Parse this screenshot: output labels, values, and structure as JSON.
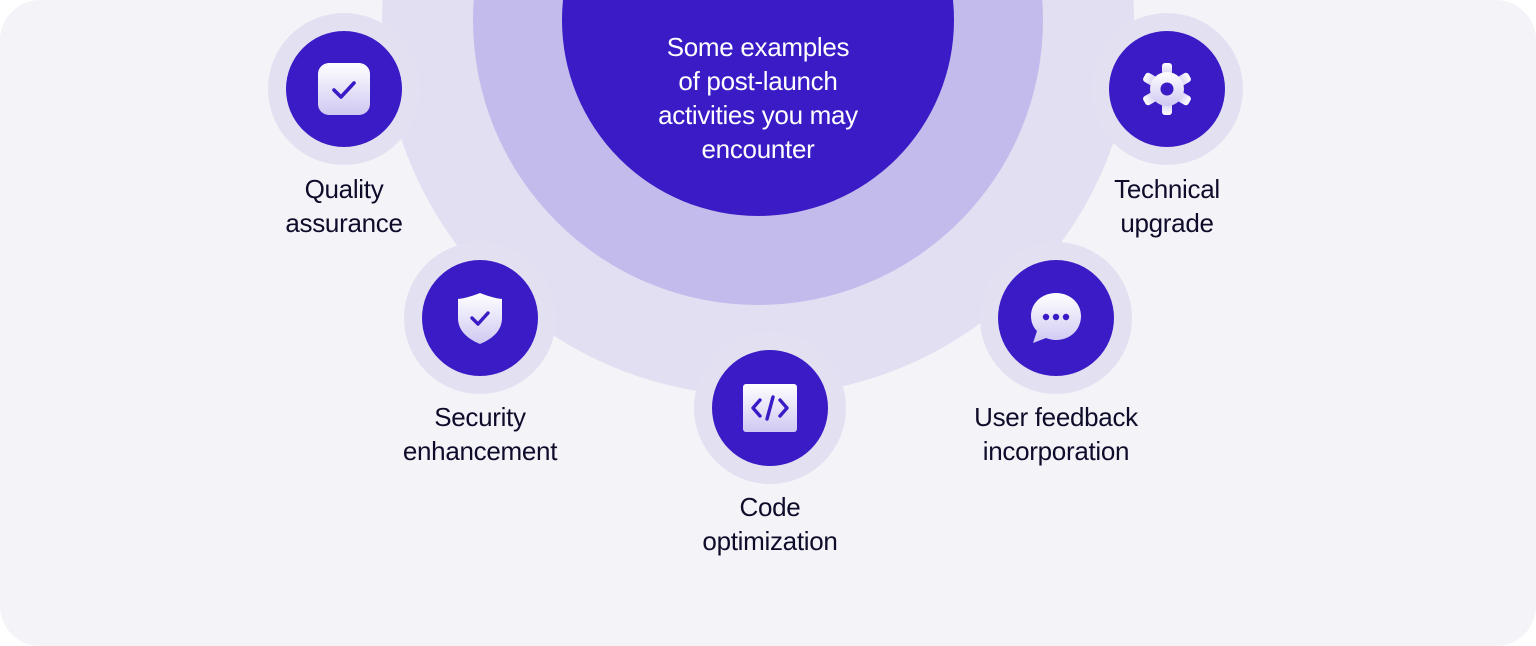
{
  "center": {
    "title": "Some examples\nof post-launch\nactivities you may\nencounter"
  },
  "activities": [
    {
      "label": "Quality\nassurance",
      "icon": "checkbox-icon"
    },
    {
      "label": "Technical\nupgrade",
      "icon": "gear-icon"
    },
    {
      "label": "Security\nenhancement",
      "icon": "shield-check-icon"
    },
    {
      "label": "User feedback\nincorporation",
      "icon": "chat-bubble-icon"
    },
    {
      "label": "Code\noptimization",
      "icon": "code-icon"
    }
  ],
  "colors": {
    "background": "#F4F4F8",
    "outer_ring": "#E2DFF2",
    "middle_ring": "#C3BBEC",
    "primary": "#3A1BC5",
    "text": "#0E0C2A"
  }
}
